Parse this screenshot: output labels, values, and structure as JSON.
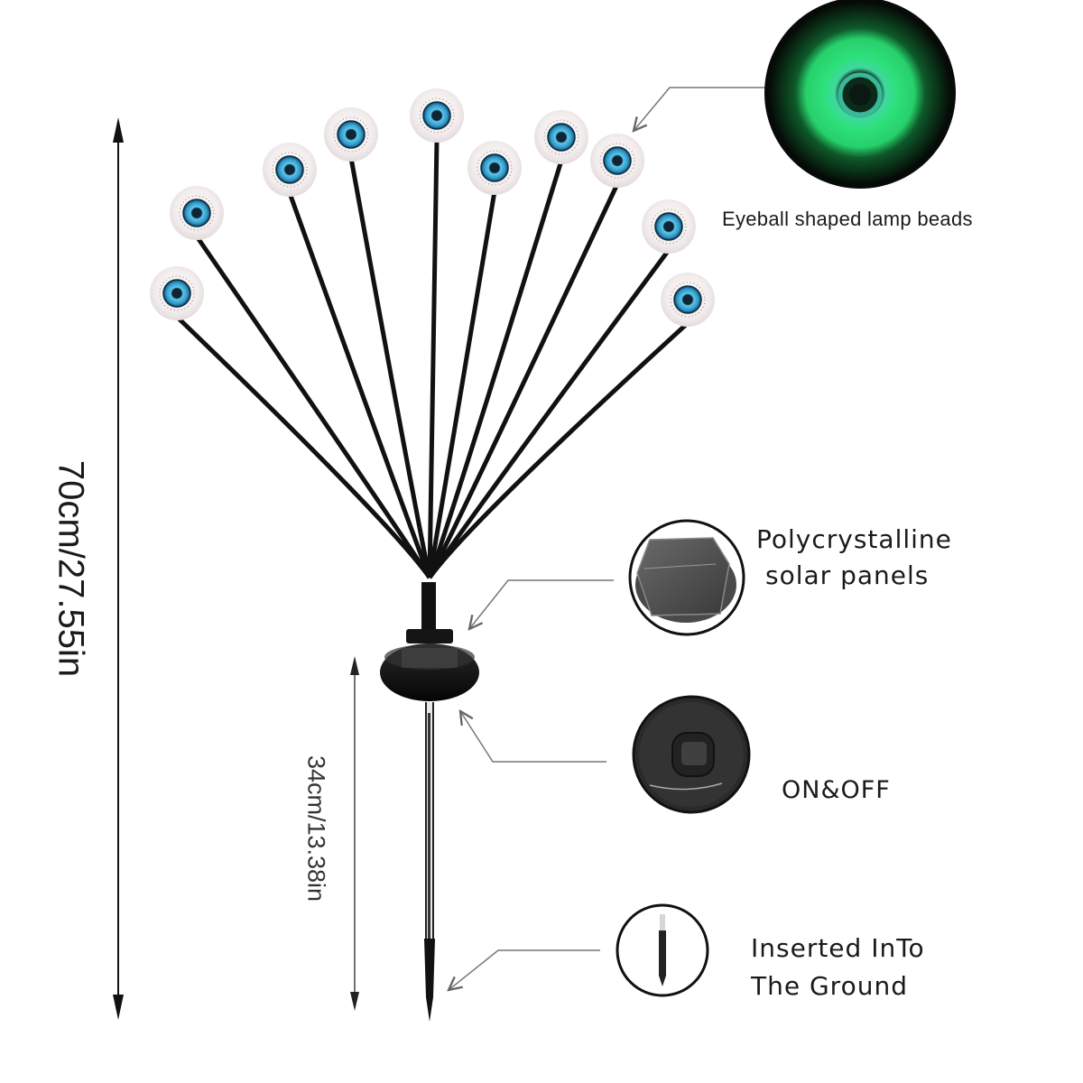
{
  "product": {
    "dimensions": {
      "total_height": "70cm/27.55in",
      "stake_height": "34cm/13.38in"
    },
    "lamp_bead_count": 10,
    "colors": {
      "eye_iris": "#3fa8d4",
      "eye_pupil": "#0e2535",
      "glow_green": "#2fe07a",
      "stem": "#111111",
      "callout_line": "#777777"
    }
  },
  "callouts": [
    {
      "id": "beads",
      "label": "Eyeball shaped lamp beads",
      "icon": "glowing-eyeball-icon"
    },
    {
      "id": "solar",
      "label_line1": "Polycrystalline",
      "label_line2": "solar panels",
      "icon": "solar-panel-icon"
    },
    {
      "id": "switch",
      "label": "ON&OFF",
      "icon": "power-switch-icon"
    },
    {
      "id": "ground",
      "label_line1": "Inserted InTo",
      "label_line2": "The Ground",
      "icon": "ground-stake-icon"
    }
  ]
}
